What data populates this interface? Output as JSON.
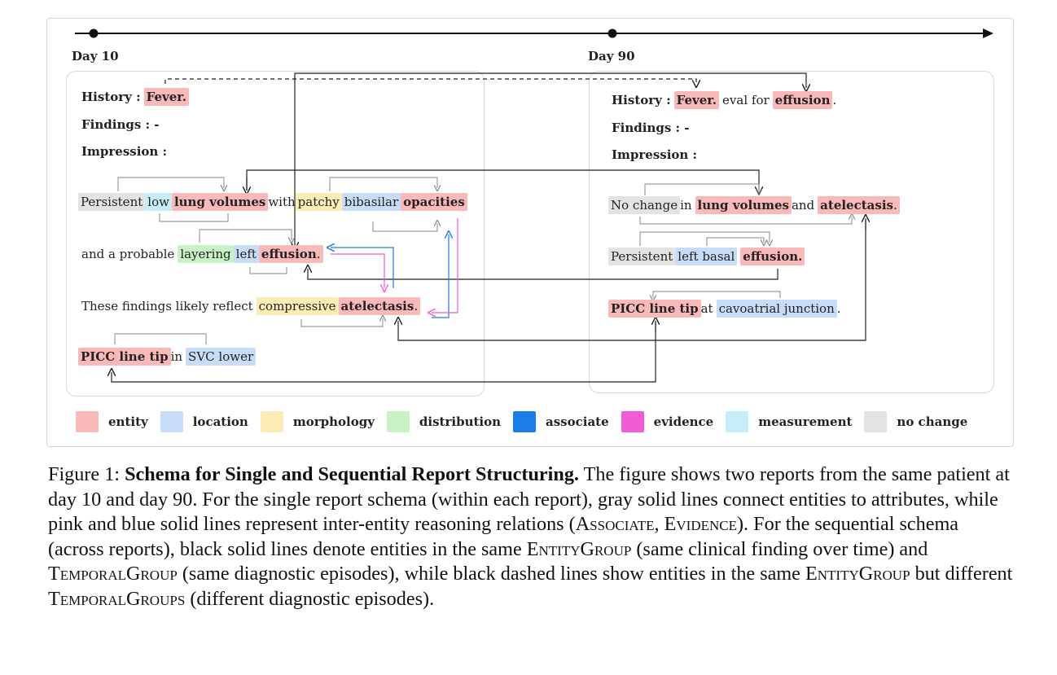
{
  "timeline": {
    "day1": "Day 10",
    "day2": "Day 90"
  },
  "report1": {
    "history_label": "History :",
    "history_entity": "Fever.",
    "findings": "Findings : -",
    "impression": "Impression :",
    "s1": [
      "Persistent",
      "low",
      "lung volumes",
      "with",
      "patchy",
      "bibasilar",
      "opacities"
    ],
    "s2": [
      "and a probable",
      "layering",
      "left",
      "effusion",
      "."
    ],
    "s3": [
      "These findings likely reflect",
      "compressive",
      "atelectasis",
      "."
    ],
    "s4": [
      "PICC line tip",
      "in",
      "SVC lower"
    ]
  },
  "report2": {
    "history_label": "History :",
    "history_entity": "Fever.",
    "history_mid": "eval for",
    "history_entity2": "effusion",
    "history_end": ".",
    "findings": "Findings : -",
    "impression": "Impression :",
    "s1": [
      "No change",
      "in",
      "lung volumes",
      "and",
      "atelectasis",
      "."
    ],
    "s2": [
      "Persistent",
      "left",
      "basal",
      "effusion."
    ],
    "s3": [
      "PICC line tip",
      "at",
      "cavoatrial junction",
      "."
    ]
  },
  "legend": [
    {
      "label": "entity",
      "color": "#f9b9b9"
    },
    {
      "label": "location",
      "color": "#c6dcf7"
    },
    {
      "label": "morphology",
      "color": "#fbedb5"
    },
    {
      "label": "distribution",
      "color": "#c9f2c4"
    },
    {
      "label": "associate",
      "color": "#1b7de8"
    },
    {
      "label": "evidence",
      "color": "#f25ad6"
    },
    {
      "label": "measurement",
      "color": "#c5eefa"
    },
    {
      "label": "no change",
      "color": "#e3e3e3"
    }
  ],
  "caption": {
    "prefix": "Figure 1: ",
    "title": "Schema for Single and Sequential Report Structuring.",
    "t1": " The figure shows two reports from the same patient at day 10 and day 90. For the single report schema (within each report), gray solid lines connect entities to attributes, while pink and blue solid lines represent inter-entity reasoning relations (",
    "sc1": "Associate",
    "t2": ", ",
    "sc2": "Evidence",
    "t3": "). For the sequential schema (across reports), black solid lines denote entities in the same ",
    "sc3": "EntityGroup",
    "t4": " (same clinical finding over time) and ",
    "sc4": "TemporalGroup",
    "t5": " (same diagnostic episodes), while black dashed lines show entities in the same ",
    "sc5": "EntityGroup",
    "t6": " but different ",
    "sc6": "TemporalGroups",
    "t7": " (different diagnostic episodes)."
  }
}
